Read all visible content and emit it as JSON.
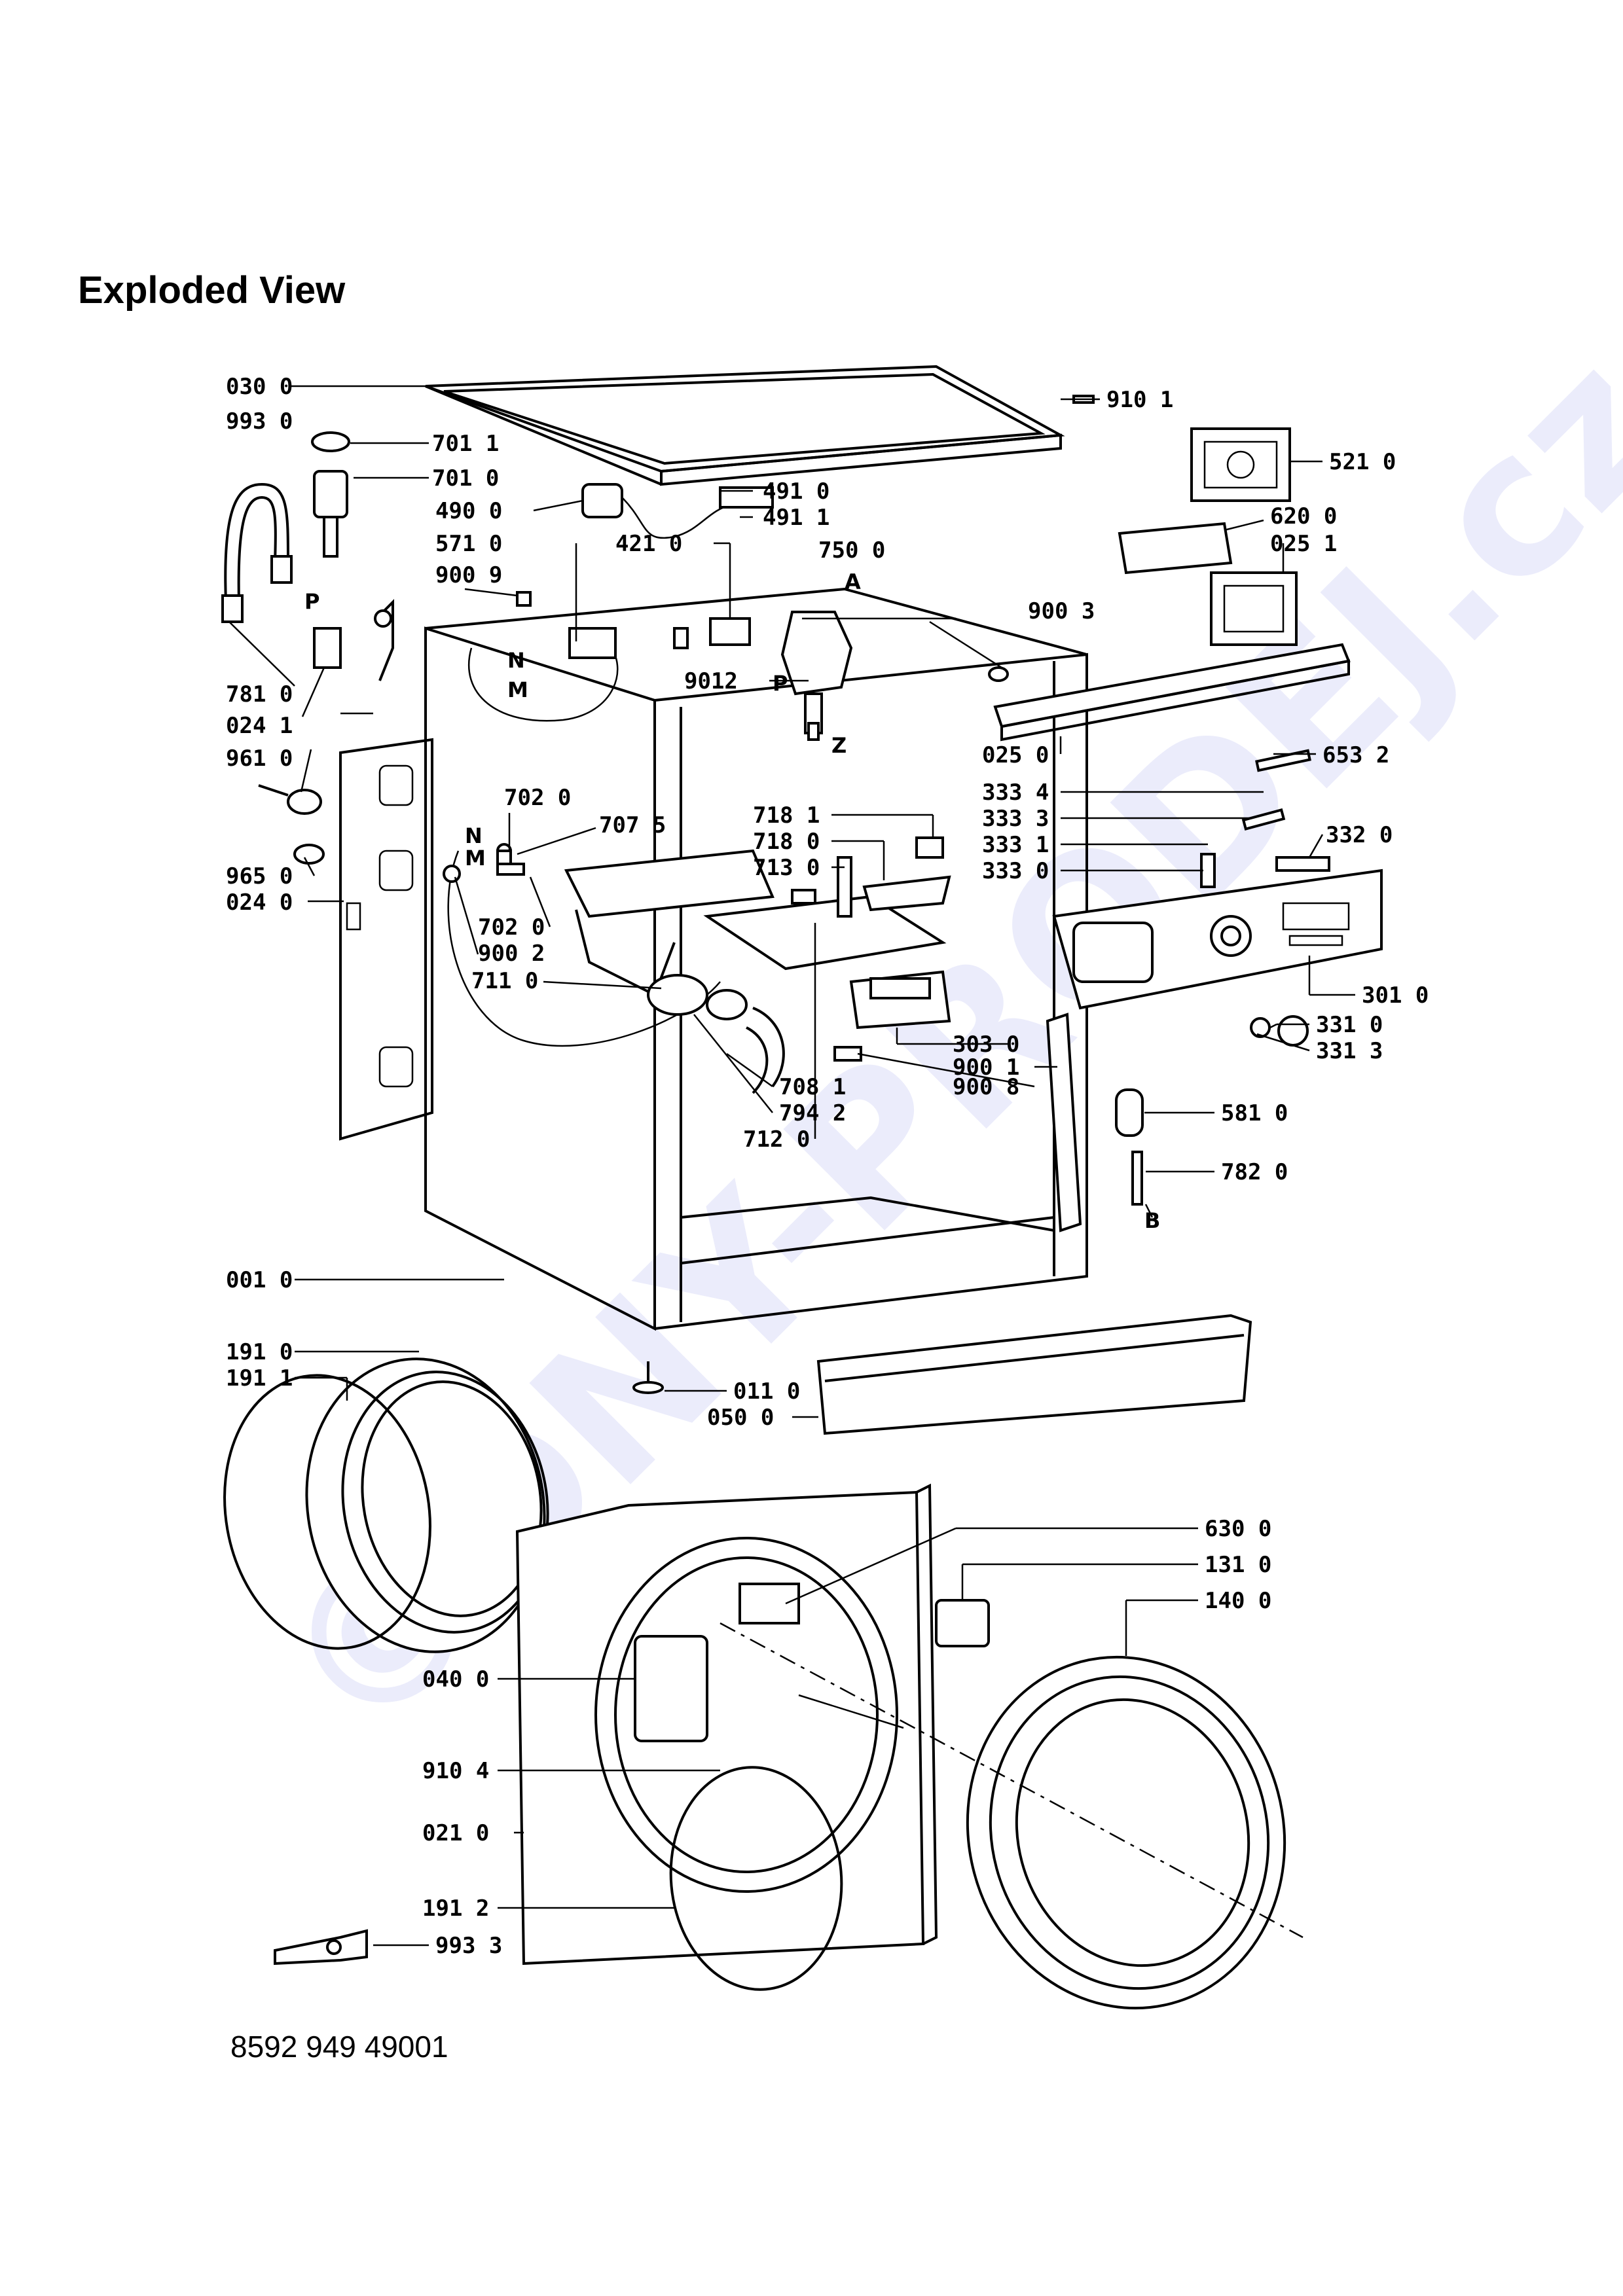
{
  "title": "Exploded View",
  "document_number": "8592 949 49001",
  "watermark": "©DNY-PRODEJ.cz",
  "letters": [
    {
      "key": "A",
      "text": "A"
    },
    {
      "key": "P",
      "text": "P"
    },
    {
      "key": "Z",
      "text": "Z"
    },
    {
      "key": "N",
      "text": "N"
    },
    {
      "key": "M",
      "text": "M"
    },
    {
      "key": "B",
      "text": "B"
    }
  ],
  "labels": [
    {
      "id": "030_0",
      "text": "030 0"
    },
    {
      "id": "993_0",
      "text": "993 0"
    },
    {
      "id": "701_1",
      "text": "701 1"
    },
    {
      "id": "701_0",
      "text": "701 0"
    },
    {
      "id": "490_0",
      "text": "490 0"
    },
    {
      "id": "571_0",
      "text": "571 0"
    },
    {
      "id": "900_9",
      "text": "900 9"
    },
    {
      "id": "491_0",
      "text": "491 0"
    },
    {
      "id": "491_1",
      "text": "491 1"
    },
    {
      "id": "421_0",
      "text": "421 0"
    },
    {
      "id": "750_0",
      "text": "750 0"
    },
    {
      "id": "9012",
      "text": "9012"
    },
    {
      "id": "910_1",
      "text": "910 1"
    },
    {
      "id": "521_0",
      "text": "521 0"
    },
    {
      "id": "620_0",
      "text": "620 0"
    },
    {
      "id": "025_1",
      "text": "025 1"
    },
    {
      "id": "900_3",
      "text": "900 3"
    },
    {
      "id": "781_0",
      "text": "781 0"
    },
    {
      "id": "024_1",
      "text": "024 1"
    },
    {
      "id": "961_0",
      "text": "961 0"
    },
    {
      "id": "965_0",
      "text": "965 0"
    },
    {
      "id": "024_0",
      "text": "024 0"
    },
    {
      "id": "702_0a",
      "text": "702 0"
    },
    {
      "id": "707_5",
      "text": "707 5"
    },
    {
      "id": "702_0b",
      "text": "702 0"
    },
    {
      "id": "900_2",
      "text": "900 2"
    },
    {
      "id": "711_0",
      "text": "711 0"
    },
    {
      "id": "718_1",
      "text": "718 1"
    },
    {
      "id": "718_0",
      "text": "718 0"
    },
    {
      "id": "713_0",
      "text": "713 0"
    },
    {
      "id": "025_0",
      "text": "025 0"
    },
    {
      "id": "333_4",
      "text": "333 4"
    },
    {
      "id": "333_3",
      "text": "333 3"
    },
    {
      "id": "333_1",
      "text": "333 1"
    },
    {
      "id": "333_0",
      "text": "333 0"
    },
    {
      "id": "332_0",
      "text": "332 0"
    },
    {
      "id": "653_2",
      "text": "653 2"
    },
    {
      "id": "301_0",
      "text": "301 0"
    },
    {
      "id": "331_0",
      "text": "331 0"
    },
    {
      "id": "331_3",
      "text": "331 3"
    },
    {
      "id": "303_0",
      "text": "303 0"
    },
    {
      "id": "900_1",
      "text": "900 1"
    },
    {
      "id": "900_8",
      "text": "900 8"
    },
    {
      "id": "708_1",
      "text": "708 1"
    },
    {
      "id": "794_2",
      "text": "794 2"
    },
    {
      "id": "712_0",
      "text": "712 0"
    },
    {
      "id": "581_0",
      "text": "581 0"
    },
    {
      "id": "782_0",
      "text": "782 0"
    },
    {
      "id": "001_0",
      "text": "001 0"
    },
    {
      "id": "191_0",
      "text": "191 0"
    },
    {
      "id": "191_1",
      "text": "191 1"
    },
    {
      "id": "011_0",
      "text": "011 0"
    },
    {
      "id": "050_0",
      "text": "050 0"
    },
    {
      "id": "630_0",
      "text": "630 0"
    },
    {
      "id": "131_0",
      "text": "131 0"
    },
    {
      "id": "140_0",
      "text": "140 0"
    },
    {
      "id": "040_0",
      "text": "040 0"
    },
    {
      "id": "910_4",
      "text": "910 4"
    },
    {
      "id": "021_0",
      "text": "021 0"
    },
    {
      "id": "191_2",
      "text": "191 2"
    },
    {
      "id": "993_3",
      "text": "993 3"
    }
  ]
}
